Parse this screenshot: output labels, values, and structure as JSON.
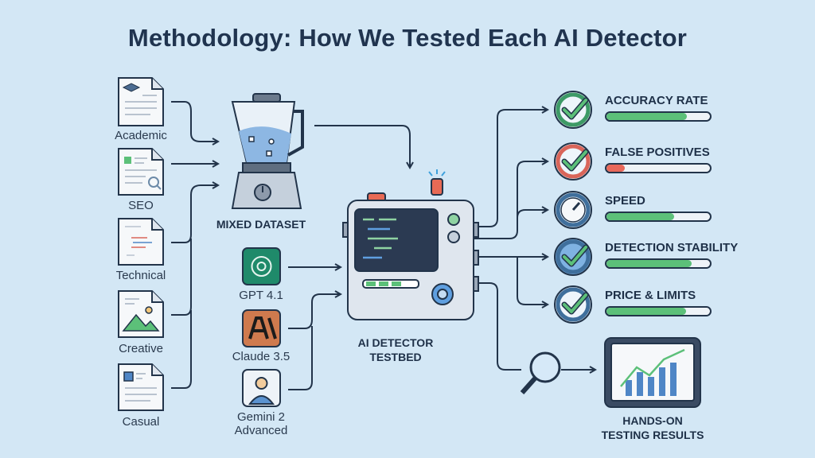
{
  "title": "Methodology: How We Tested Each AI Detector",
  "sources": [
    {
      "label": "Academic",
      "icon": "academic-document-icon"
    },
    {
      "label": "SEO",
      "icon": "seo-document-icon"
    },
    {
      "label": "Technical",
      "icon": "code-document-icon"
    },
    {
      "label": "Creative",
      "icon": "image-document-icon"
    },
    {
      "label": "Casual",
      "icon": "casual-document-icon"
    }
  ],
  "dataset": {
    "label": "MIXED DATASET",
    "icon": "blender-icon"
  },
  "models": [
    {
      "label": "GPT 4.1",
      "icon": "openai-logo-icon",
      "color": "#1f8a6a"
    },
    {
      "label": "Claude 3.5",
      "icon": "anthropic-logo-icon",
      "color": "#cf7a4e"
    },
    {
      "label_line1": "Gemini 2",
      "label_line2": "Advanced",
      "icon": "user-avatar-icon"
    }
  ],
  "testbed": {
    "line1": "AI DETECTOR",
    "line2": "TESTBED",
    "icon": "testbed-machine-icon"
  },
  "metrics": [
    {
      "label": "ACCURACY RATE",
      "score": 0.78,
      "color": "#5cc079",
      "ring": "#3d9a66"
    },
    {
      "label": "FALSE POSITIVES",
      "score": 0.18,
      "color": "#e8685a",
      "ring": "#d9655a"
    },
    {
      "label": "SPEED",
      "score": 0.65,
      "color": "#5cc079",
      "ring": "#3f6f9c"
    },
    {
      "label": "DETECTION STABILITY",
      "score": 0.82,
      "color": "#5cc079",
      "ring": "#3f6f9c"
    },
    {
      "label": "PRICE & LIMITS",
      "score": 0.77,
      "color": "#5cc079",
      "ring": "#3f6f9c"
    }
  ],
  "results": {
    "line1": "HANDS-ON",
    "line2": "TESTING RESULTS",
    "icon": "tablet-chart-icon"
  }
}
